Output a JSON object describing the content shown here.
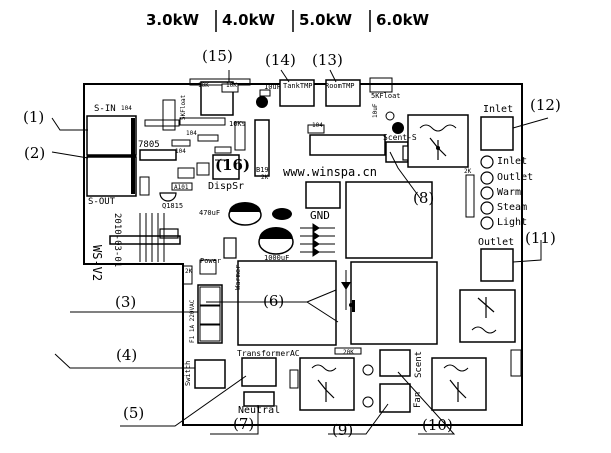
{
  "header": {
    "powers": [
      "3.0kW",
      "4.0kW",
      "5.0kW",
      "6.0kW"
    ]
  },
  "callouts": [
    "(1)",
    "(2)",
    "(3)",
    "(4)",
    "(5)",
    "(6)",
    "(7)",
    "(8)",
    "(9)",
    "(10)",
    "(11)",
    "(12)",
    "(13)",
    "(14)",
    "(15)",
    "(16)"
  ],
  "board": {
    "s_in": "S-IN",
    "s_out": "S-OUT",
    "model": "WS-V2",
    "date": "2010-03-01",
    "website": "www.winspa.cn",
    "gnd": "GND",
    "disp_sr": "DispSr",
    "power": "Power",
    "warmer": "Warmer",
    "switch": "Switch",
    "transformer": "TransformerAC",
    "neutral": "Neutral",
    "scent": "Scent",
    "scent_s": "Scent-S",
    "fan": "Fan",
    "inlet": "Inlet",
    "outlet": "Outlet",
    "tank_tmp": "TankTMP",
    "room_tmp": "RoomTMP",
    "float_left": "5KFloat",
    "float_top": "5KFloat",
    "fuse": "F1 1A 220VAC",
    "ic_7805": "7805",
    "diode_b19": "B19",
    "cap_470": "470uF",
    "cap_1000": "1000uF",
    "cap_10uf_a": "10uF",
    "cap_10uf_b": "10uF",
    "q1": "Q1815",
    "r_10k": "10Ks",
    "r_104a": "104",
    "r_104b": "104",
    "r_104c": "104",
    "r_104d": "104",
    "r_2k": "2K",
    "r_2k_2": "2K",
    "r_20k": "20K",
    "r_10k_b": "10K",
    "r_10k_c": "10K",
    "r_100": "10K",
    "r_a101": "A101",
    "r_k2": "2K"
  },
  "leds": [
    "Inlet",
    "Outlet",
    "Warm",
    "Steam",
    "Light"
  ]
}
